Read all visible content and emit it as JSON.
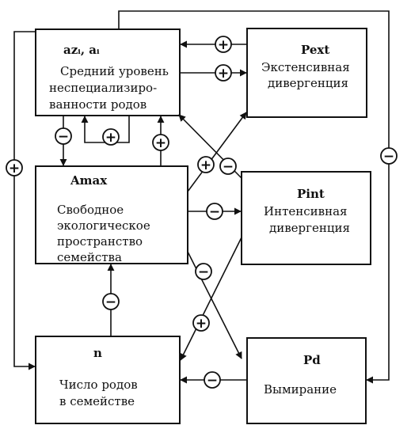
{
  "boxes": {
    "a": {
      "title": "azᵢ, aᵢ",
      "lines": [
        "Средний уровень",
        "неспециализиро-",
        "ванности родов"
      ]
    },
    "pext": {
      "title": "Pext",
      "lines": [
        "Экстенсивная",
        "дивергенция"
      ]
    },
    "amax": {
      "title": "Amax",
      "lines": [
        "Свободное",
        "экологическое",
        "пространство",
        "семейства"
      ]
    },
    "pint": {
      "title": "Pint",
      "lines": [
        "Интенсивная",
        "дивергенция"
      ]
    },
    "n": {
      "title": "n",
      "lines": [
        "Число родов",
        "в семействе"
      ]
    },
    "pd": {
      "title": "Pd",
      "lines": [
        "Вымирание"
      ]
    }
  },
  "signs": {
    "plus": "+",
    "minus": "−"
  }
}
